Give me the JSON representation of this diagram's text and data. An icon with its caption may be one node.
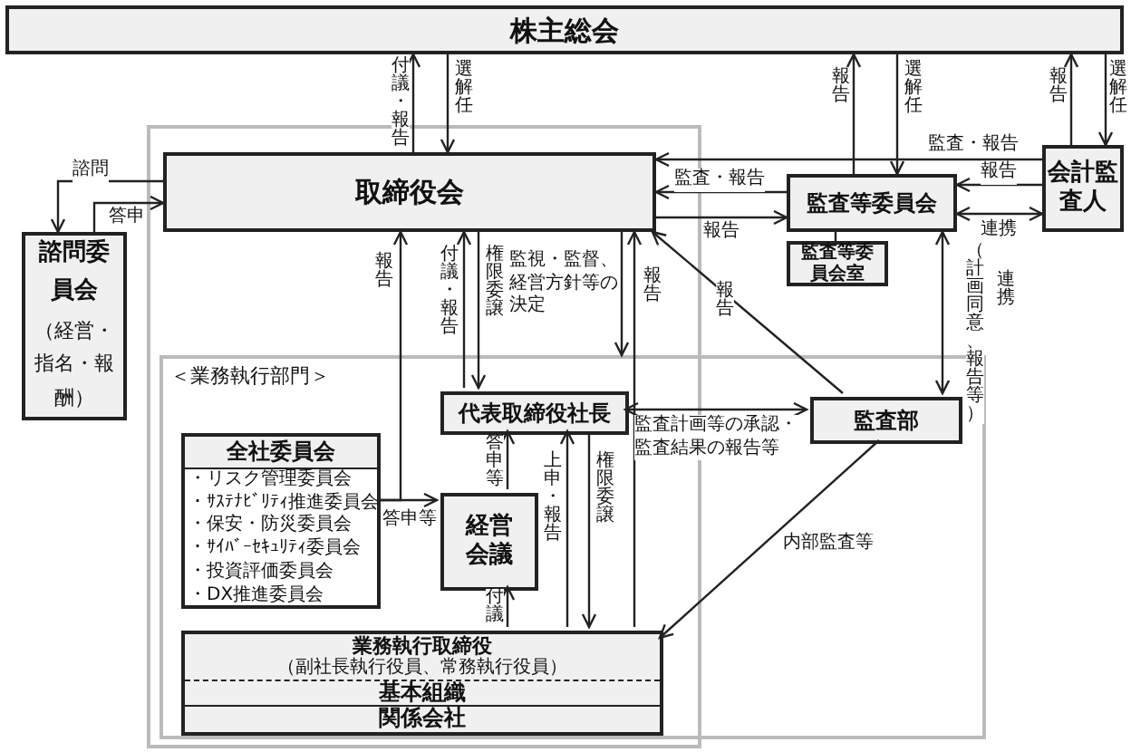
{
  "diagram": {
    "nodes": [
      {
        "text": [
          "株主総会"
        ]
      },
      {
        "text": [
          "取締役会"
        ]
      },
      {
        "text": [
          "諮問委員会",
          "（経営・指名・報酬）"
        ]
      },
      {
        "text": [
          "監査等委員会"
        ]
      },
      {
        "text": [
          "監査等委員会室"
        ]
      },
      {
        "text": [
          "会計監査人"
        ]
      },
      {
        "text": [
          "＜業務執行部門＞"
        ]
      },
      {
        "text": [
          "代表取締役社長"
        ],
        "in": 6
      },
      {
        "text": [
          "監査部"
        ],
        "in": 6
      },
      {
        "text": [
          "全社委員会",
          "・リスク管理委員会",
          "・ｻｽﾃﾅﾋﾞﾘﾃｨ推進委員会",
          "・保安・防災委員会",
          "・ｻｲﾊﾞｰｾｷｭﾘﾃｨ委員会",
          "・投資評価委員会",
          "・DX推進委員会"
        ],
        "in": 6
      },
      {
        "text": [
          "経営会議"
        ],
        "in": 6
      },
      {
        "text": [
          "業務執行取締役",
          "（副社長執行役員、常務執行役員）",
          "基本組織",
          "関係会社"
        ],
        "in": 6
      }
    ],
    "edges": [
      {
        "from": 1,
        "to": 0,
        "arrow": "to",
        "label": "付議・報告"
      },
      {
        "from": 0,
        "to": 1,
        "arrow": "to",
        "label": "選解任"
      },
      {
        "from": 1,
        "to": 2,
        "arrow": "to",
        "label": "諮問"
      },
      {
        "from": 2,
        "to": 1,
        "arrow": "to",
        "label": "答申"
      },
      {
        "from": 3,
        "to": 0,
        "arrow": "to",
        "label": "報告"
      },
      {
        "from": 0,
        "to": 3,
        "arrow": "to",
        "label": "選解任"
      },
      {
        "from": 5,
        "to": 0,
        "arrow": "to",
        "label": "報告"
      },
      {
        "from": 0,
        "to": 5,
        "arrow": "to",
        "label": "選解任"
      },
      {
        "from": 5,
        "to": 1,
        "arrow": "to",
        "label": "監査・報告"
      },
      {
        "from": 3,
        "to": 1,
        "arrow": "to",
        "label": "監査・報告"
      },
      {
        "from": 5,
        "to": 3,
        "arrow": "to",
        "label": "報告"
      },
      {
        "from": 1,
        "to": 3,
        "arrow": "to",
        "label": "報告"
      },
      {
        "from": 3,
        "to": 5,
        "arrow": "both",
        "label": "連携"
      },
      {
        "from": 3,
        "to": 4,
        "arrow": "none"
      },
      {
        "from": 3,
        "to": 8,
        "arrow": "both",
        "label": "連携"
      },
      {
        "from": 8,
        "to": 1,
        "arrow": "to",
        "label": "報告"
      },
      {
        "from": 11,
        "to": 1,
        "arrow": "to",
        "label": "報告"
      },
      {
        "from": 7,
        "to": 1,
        "arrow": "to",
        "label": "付議・報告"
      },
      {
        "from": 1,
        "to": 7,
        "arrow": "to",
        "label": "権限委譲"
      },
      {
        "from": 9,
        "to": 1,
        "arrow": "to",
        "label": "報告"
      },
      {
        "from": 9,
        "to": 10,
        "arrow": "to",
        "label": "答申等"
      },
      {
        "from": 1,
        "to": 6,
        "arrow": "to",
        "label": "監視・監督、経営方針等の決定"
      },
      {
        "from": 10,
        "to": 7,
        "arrow": "to",
        "label": "答申等"
      },
      {
        "from": 11,
        "to": 10,
        "arrow": "to",
        "label": "付議"
      },
      {
        "from": 11,
        "to": 7,
        "arrow": "to",
        "label": "上申・報告"
      },
      {
        "from": 7,
        "to": 11,
        "arrow": "to",
        "label": "権限委譲"
      },
      {
        "from": 7,
        "to": 8,
        "arrow": "both",
        "label": "監査計画等の承認・監査結果の報告等"
      },
      {
        "from": 8,
        "to": 11,
        "arrow": "to",
        "label": "内部監査等"
      }
    ],
    "labels": [
      "（計画同意、報告等）"
    ]
  }
}
